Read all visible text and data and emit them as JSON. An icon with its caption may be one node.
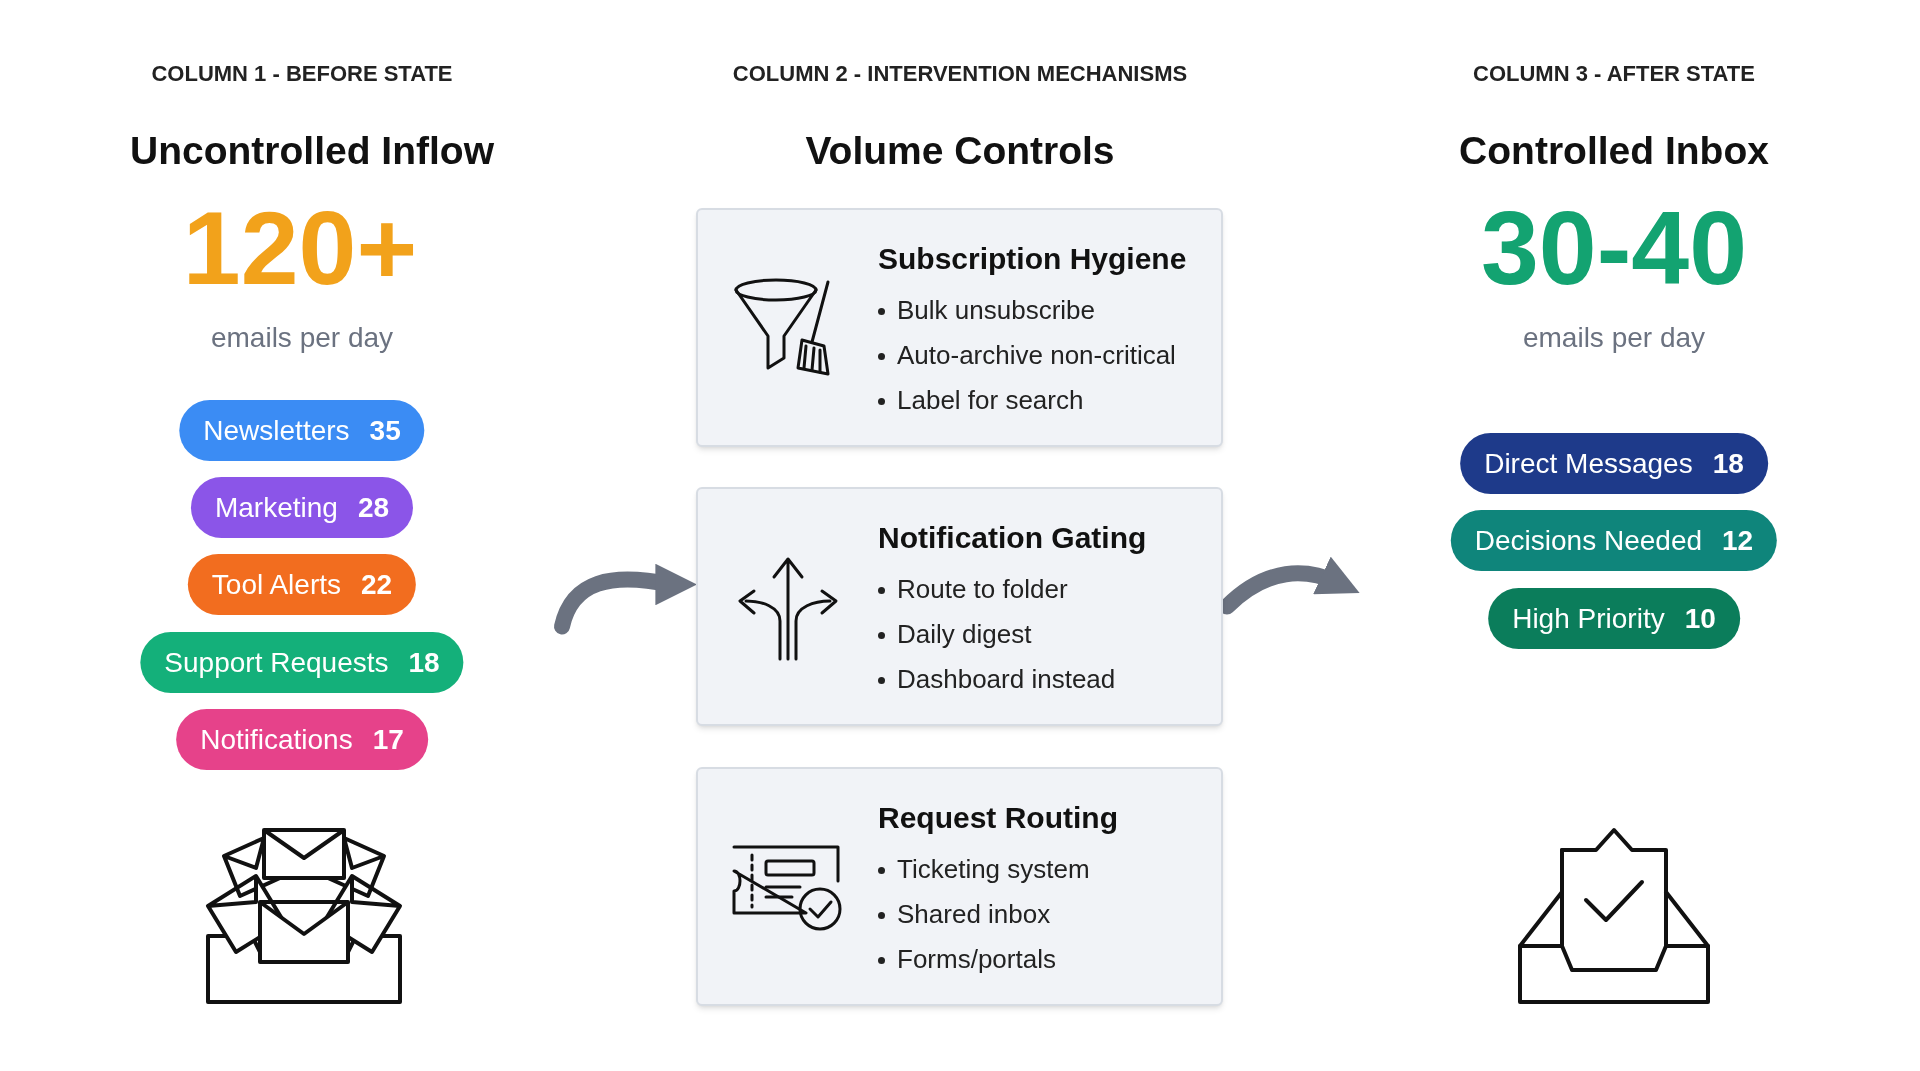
{
  "diagram": {
    "nodes": [
      {
        "text": [
          "Newsletters",
          "35"
        ]
      },
      {
        "text": [
          "Marketing",
          "28"
        ]
      },
      {
        "text": [
          "Tool Alerts",
          "22"
        ]
      },
      {
        "text": [
          "Support Requests",
          "18"
        ]
      },
      {
        "text": [
          "Notifications",
          "17"
        ]
      },
      {
        "text": [
          "Subscription Hygiene",
          "Bulk unsubscribe",
          "Auto-archive non-critical",
          "Label for search"
        ]
      },
      {
        "text": [
          "Notification Gating",
          "Route to folder",
          "Daily digest",
          "Dashboard instead"
        ]
      },
      {
        "text": [
          "Request Routing",
          "Ticketing system",
          "Shared inbox",
          "Forms/portals"
        ]
      },
      {
        "text": [
          "Direct Messages",
          "18"
        ]
      },
      {
        "text": [
          "Decisions Needed",
          "12"
        ]
      },
      {
        "text": [
          "High Priority",
          "10"
        ]
      }
    ],
    "edges": [
      {
        "from": null,
        "to": 6,
        "arrow": "to"
      },
      {
        "from": 6,
        "to": null,
        "arrow": "to"
      }
    ],
    "labels": [
      "COLUMN 1 - BEFORE STATE",
      "Uncontrolled Inflow",
      "120+",
      "emails per day",
      "COLUMN 2 - INTERVENTION MECHANISMS",
      "Volume Controls",
      "COLUMN 3 - AFTER STATE",
      "Controlled Inbox",
      "30-40",
      "emails per day"
    ]
  }
}
